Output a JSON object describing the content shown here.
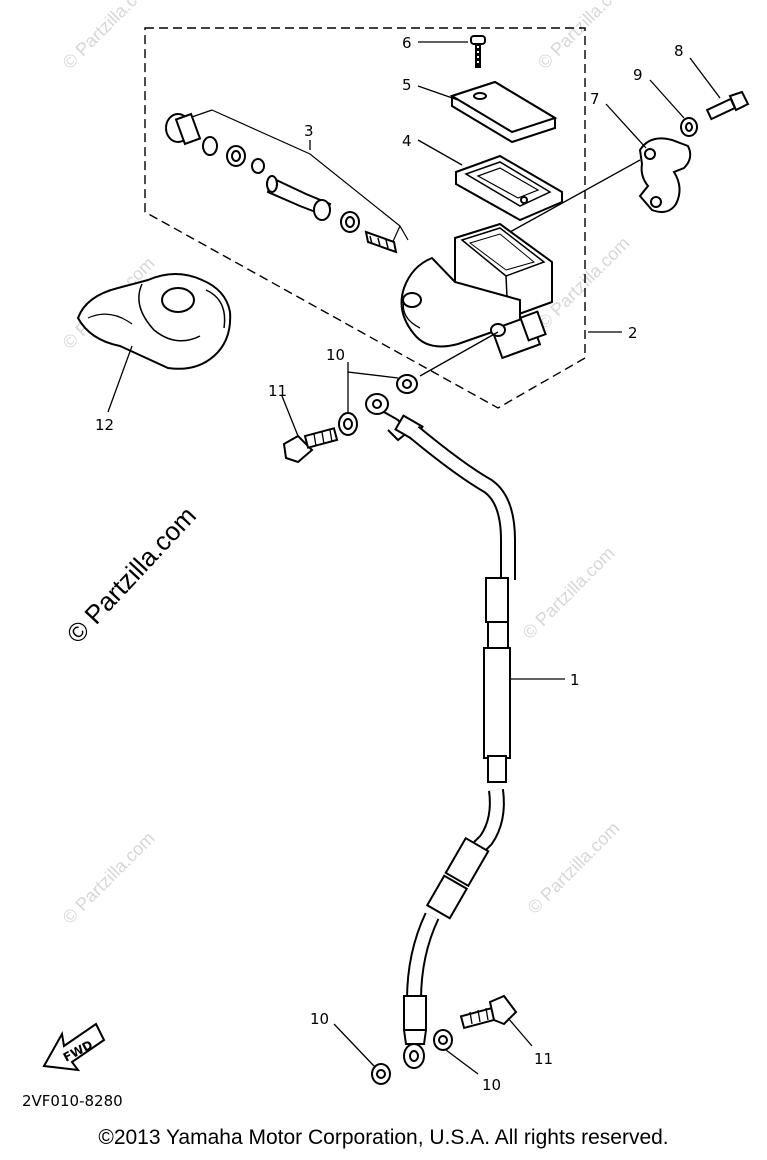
{
  "watermark": {
    "small": "© Partzilla.com",
    "large": "© Partzilla.com"
  },
  "callouts": {
    "c1": "1",
    "c2": "2",
    "c3": "3",
    "c4": "4",
    "c5": "5",
    "c6": "6",
    "c7": "7",
    "c8": "8",
    "c9": "9",
    "c10a": "10",
    "c10b": "10",
    "c10c": "10",
    "c11a": "11",
    "c11b": "11",
    "c12": "12"
  },
  "fwd_label": "FWD",
  "diagram_code": "2VF010-8280",
  "copyright": "©2013  Yamaha Motor Corporation, U.S.A. All rights reserved."
}
